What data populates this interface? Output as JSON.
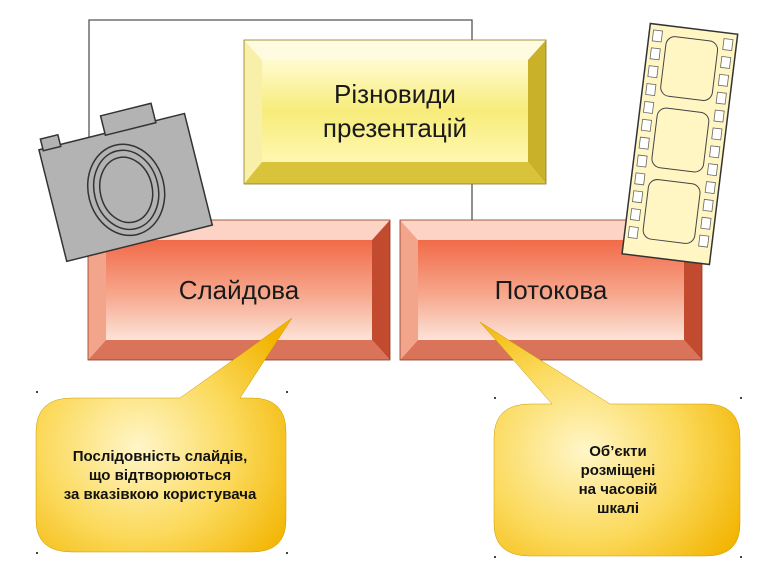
{
  "main_box": {
    "lines": [
      "Різновиди",
      "презентацій"
    ]
  },
  "slide_box": {
    "label": "Слайдова"
  },
  "stream_box": {
    "label": "Потокова"
  },
  "callout_slide": {
    "lines": [
      "Послідовність слайдів,",
      "що відтворюються",
      "за вказівкою користувача"
    ]
  },
  "callout_stream": {
    "lines": [
      "Об’єкти",
      "розміщені",
      "на часовій",
      "шкалі"
    ]
  },
  "icons": [
    "camera-icon",
    "film-strip-icon"
  ],
  "colors": {
    "main_box": "#f2e45a",
    "slide_box": "#f08a6e",
    "stream_box": "#f08a6e",
    "callout": "#f6c21a",
    "camera": "#b3b3b3",
    "film": "#fff6c4",
    "connector": "#555555"
  }
}
